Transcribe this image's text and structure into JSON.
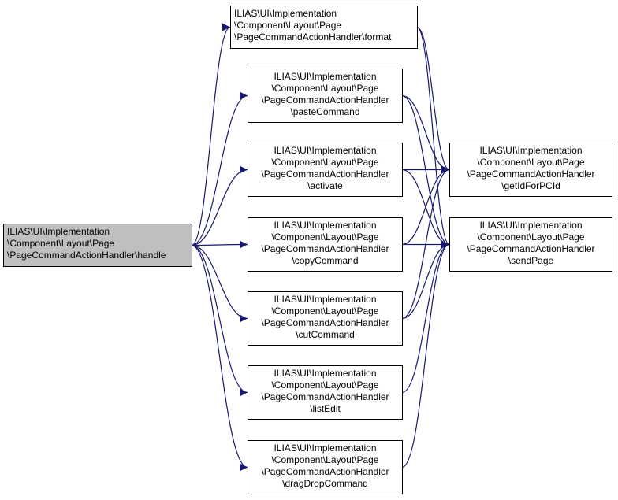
{
  "colors": {
    "edge": "#191970",
    "root_fill": "#bfbfbf",
    "node_fill": "#ffffff",
    "border": "#000000"
  },
  "nodes": {
    "handle": {
      "lines": [
        "ILIAS\\UI\\Implementation",
        "\\Component\\Layout\\Page",
        "\\PageCommandActionHandler\\handle"
      ]
    },
    "format": {
      "lines": [
        "ILIAS\\UI\\Implementation",
        "\\Component\\Layout\\Page",
        "\\PageCommandActionHandler\\format"
      ]
    },
    "pasteCommand": {
      "lines": [
        "ILIAS\\UI\\Implementation",
        "\\Component\\Layout\\Page",
        "\\PageCommandActionHandler",
        "\\pasteCommand"
      ]
    },
    "activate": {
      "lines": [
        "ILIAS\\UI\\Implementation",
        "\\Component\\Layout\\Page",
        "\\PageCommandActionHandler",
        "\\activate"
      ]
    },
    "copyCommand": {
      "lines": [
        "ILIAS\\UI\\Implementation",
        "\\Component\\Layout\\Page",
        "\\PageCommandActionHandler",
        "\\copyCommand"
      ]
    },
    "cutCommand": {
      "lines": [
        "ILIAS\\UI\\Implementation",
        "\\Component\\Layout\\Page",
        "\\PageCommandActionHandler",
        "\\cutCommand"
      ]
    },
    "listEdit": {
      "lines": [
        "ILIAS\\UI\\Implementation",
        "\\Component\\Layout\\Page",
        "\\PageCommandActionHandler",
        "\\listEdit"
      ]
    },
    "dragDropCommand": {
      "lines": [
        "ILIAS\\UI\\Implementation",
        "\\Component\\Layout\\Page",
        "\\PageCommandActionHandler",
        "\\dragDropCommand"
      ]
    },
    "getIdForPCId": {
      "lines": [
        "ILIAS\\UI\\Implementation",
        "\\Component\\Layout\\Page",
        "\\PageCommandActionHandler",
        "\\getIdForPCId"
      ]
    },
    "sendPage": {
      "lines": [
        "ILIAS\\UI\\Implementation",
        "\\Component\\Layout\\Page",
        "\\PageCommandActionHandler",
        "\\sendPage"
      ]
    }
  },
  "edges": [
    [
      "handle",
      "format"
    ],
    [
      "handle",
      "pasteCommand"
    ],
    [
      "handle",
      "activate"
    ],
    [
      "handle",
      "copyCommand"
    ],
    [
      "handle",
      "cutCommand"
    ],
    [
      "handle",
      "listEdit"
    ],
    [
      "handle",
      "dragDropCommand"
    ],
    [
      "format",
      "getIdForPCId"
    ],
    [
      "format",
      "sendPage"
    ],
    [
      "pasteCommand",
      "getIdForPCId"
    ],
    [
      "pasteCommand",
      "sendPage"
    ],
    [
      "activate",
      "getIdForPCId"
    ],
    [
      "activate",
      "sendPage"
    ],
    [
      "copyCommand",
      "getIdForPCId"
    ],
    [
      "copyCommand",
      "sendPage"
    ],
    [
      "cutCommand",
      "getIdForPCId"
    ],
    [
      "cutCommand",
      "sendPage"
    ],
    [
      "listEdit",
      "sendPage"
    ],
    [
      "dragDropCommand",
      "sendPage"
    ]
  ]
}
